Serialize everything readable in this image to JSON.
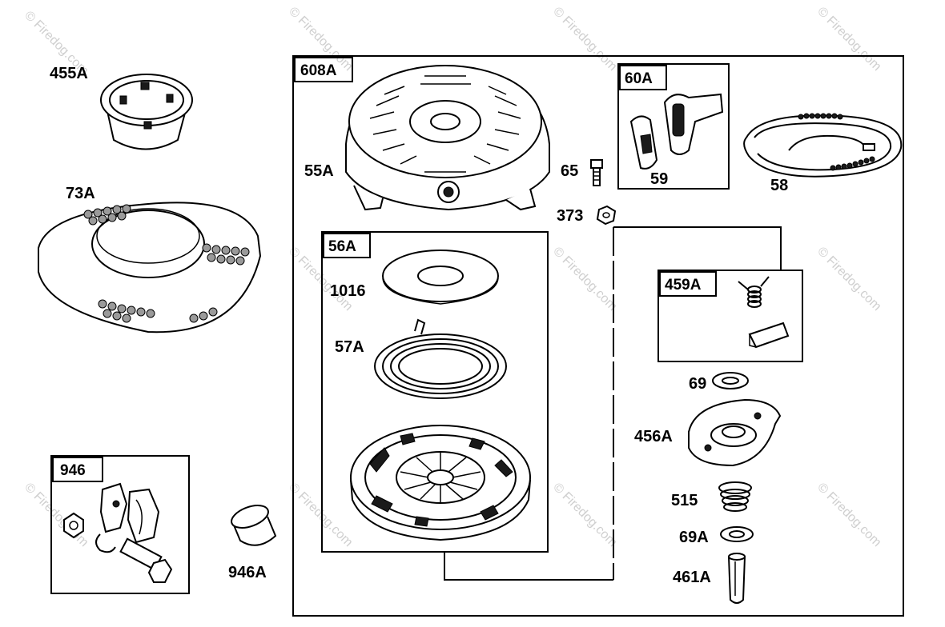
{
  "watermark": "© Firedog.com",
  "boxes": {
    "b608A": "608A",
    "b60A": "60A",
    "b56A": "56A",
    "b459A": "459A",
    "b946": "946"
  },
  "labels": {
    "l455A": "455A",
    "l73A": "73A",
    "l55A": "55A",
    "l65": "65",
    "l59": "59",
    "l58": "58",
    "l373": "373",
    "l1016": "1016",
    "l57A": "57A",
    "l69": "69",
    "l456A": "456A",
    "l515": "515",
    "l69A": "69A",
    "l461A": "461A",
    "l946A": "946A"
  }
}
